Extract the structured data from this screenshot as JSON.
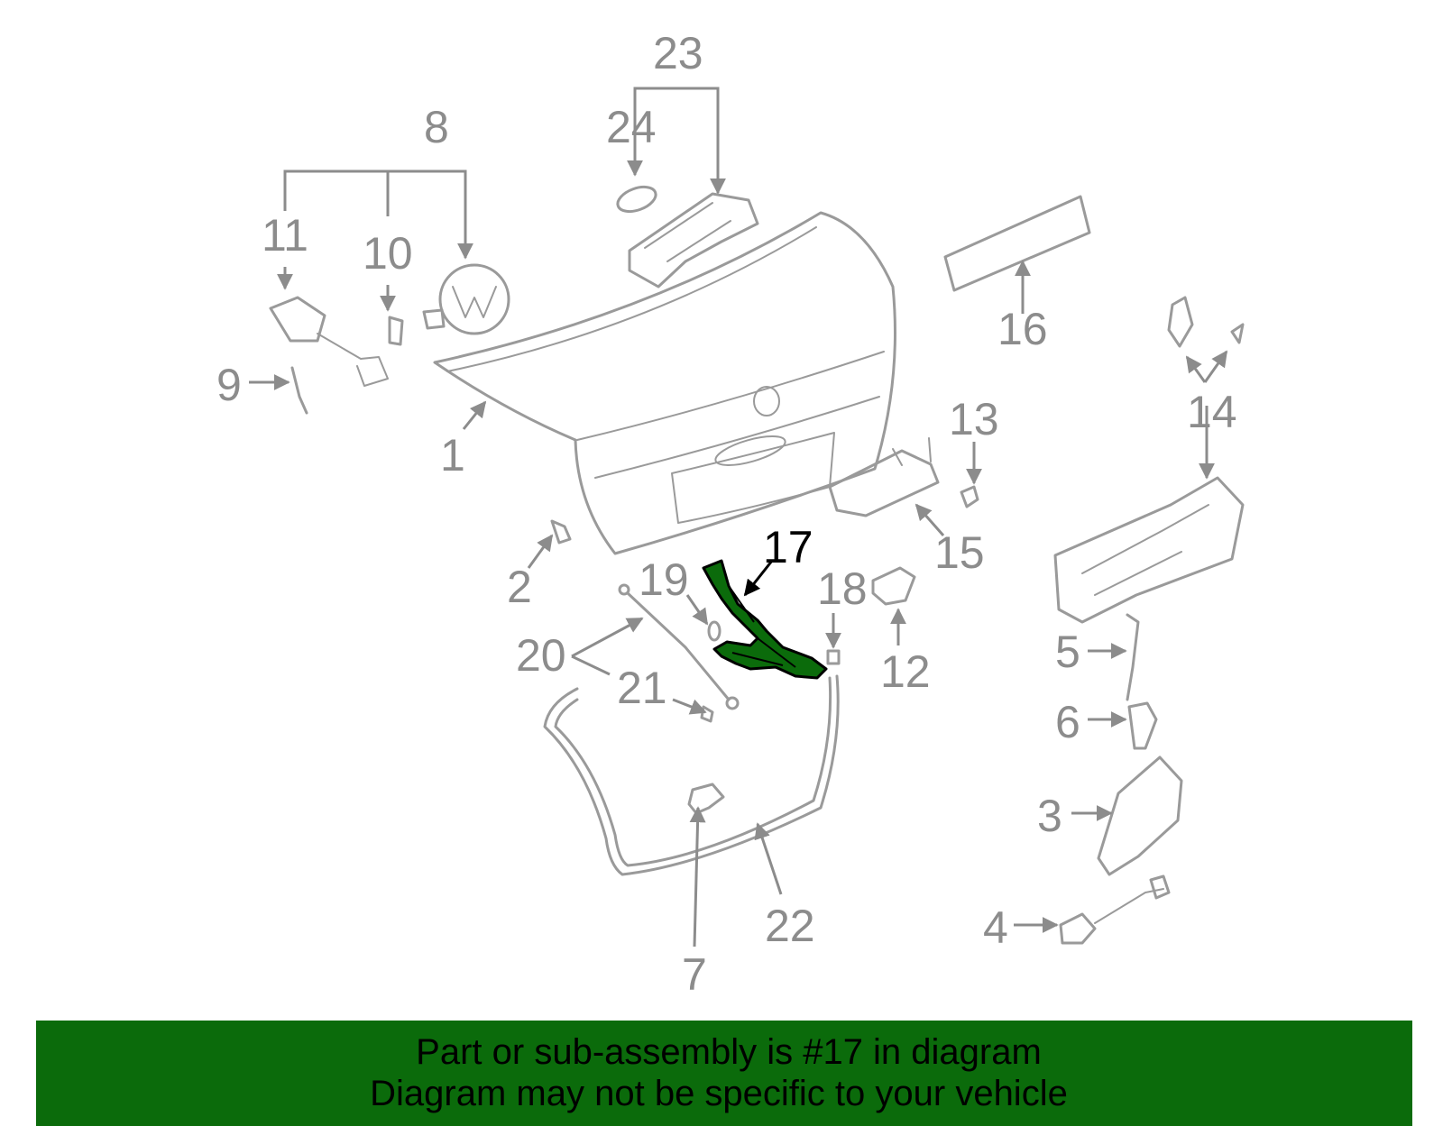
{
  "diagram": {
    "highlighted_part": "17",
    "highlight_color": "#0b6b0b",
    "part_color": "#9a9a9a",
    "labels": {
      "p1": "1",
      "p2": "2",
      "p3": "3",
      "p4": "4",
      "p5": "5",
      "p6": "6",
      "p7": "7",
      "p8": "8",
      "p9": "9",
      "p10": "10",
      "p11": "11",
      "p12": "12",
      "p13": "13",
      "p14": "14",
      "p15": "15",
      "p16": "16",
      "p17": "17",
      "p18": "18",
      "p19": "19",
      "p20": "20",
      "p21": "21",
      "p22": "22",
      "p23": "23",
      "p24": "24"
    }
  },
  "banner": {
    "line1": "Part or sub-assembly is #17 in diagram",
    "line2": "Diagram may not be specific to your vehicle",
    "background": "#0b6b0b"
  }
}
